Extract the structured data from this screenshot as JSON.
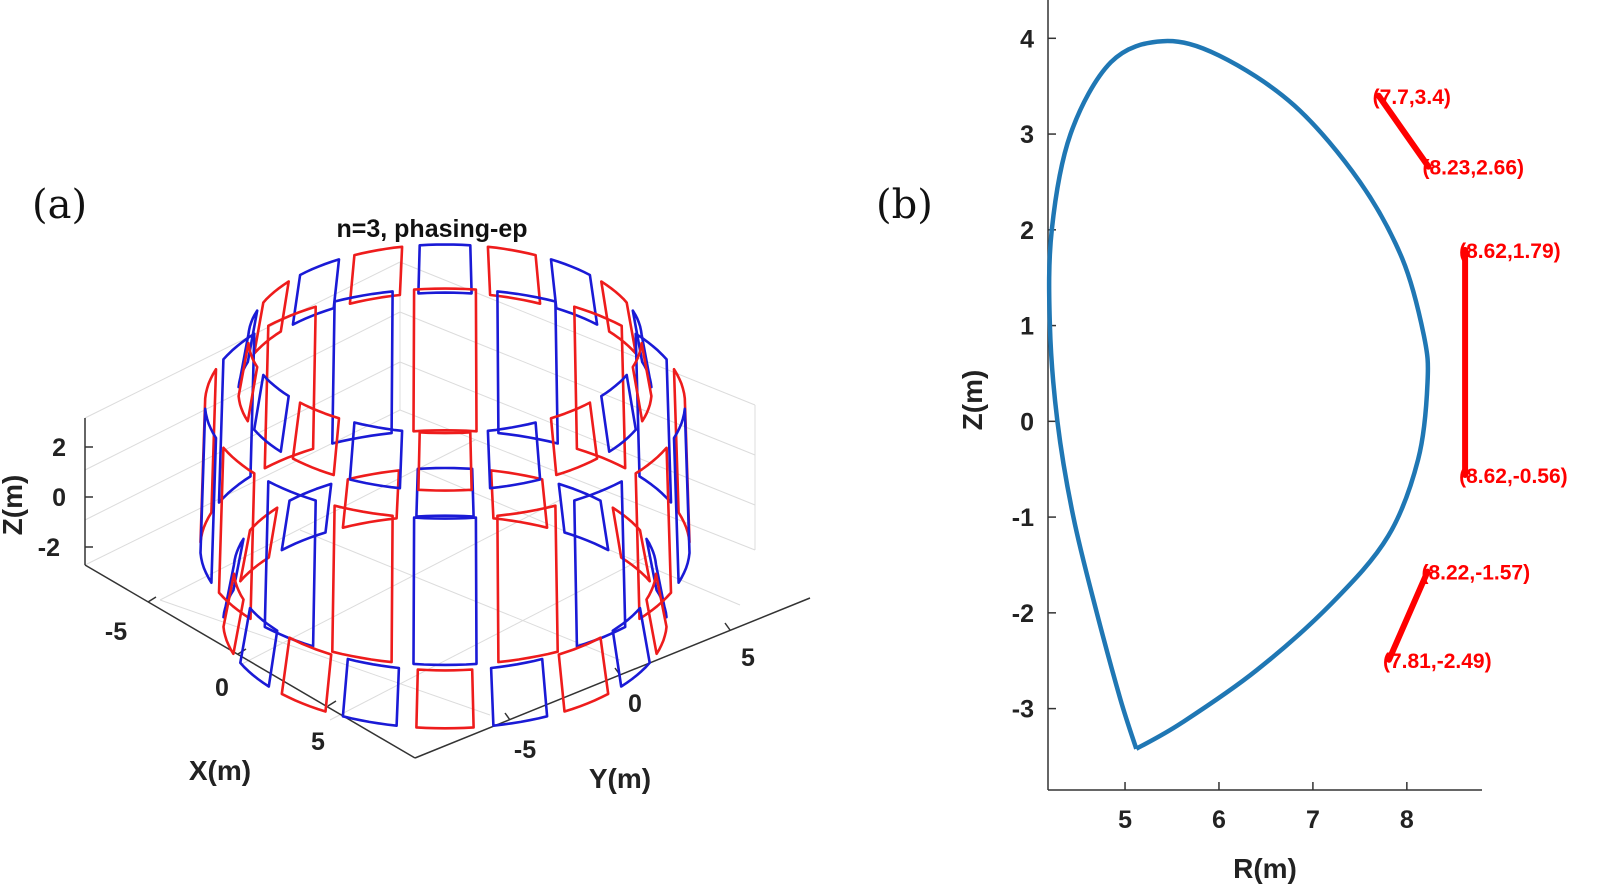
{
  "panel_a_label": "(a)",
  "panel_b_label": "(b)",
  "colors": {
    "red": "#ee1c1c",
    "blue": "#1a1ad6",
    "boundary": "#1f77b4",
    "coil_b": "#ff0000"
  },
  "chart_data": [
    {
      "type": "3d-wireframe",
      "title": "n=3, phasing-ep",
      "xlabel": "X(m)",
      "ylabel": "Y(m)",
      "zlabel": "Z(m)",
      "x_ticks": [
        "-5",
        "0",
        "5"
      ],
      "y_ticks": [
        "-5",
        "0",
        "5"
      ],
      "z_ticks": [
        "2",
        "0",
        "-2"
      ],
      "grid": true,
      "coil_rows": [
        {
          "row": "upper",
          "count": 18,
          "colors": [
            "red",
            "blue",
            "red",
            "blue",
            "red",
            "blue",
            "red",
            "blue",
            "red",
            "blue",
            "red",
            "blue",
            "red",
            "blue",
            "red",
            "blue",
            "red",
            "blue"
          ]
        },
        {
          "row": "middle",
          "count": 18,
          "colors": [
            "blue",
            "red",
            "blue",
            "red",
            "blue",
            "red",
            "blue",
            "red",
            "blue",
            "red",
            "blue",
            "red",
            "blue",
            "red",
            "blue",
            "red",
            "blue",
            "red"
          ]
        },
        {
          "row": "lower",
          "count": 18,
          "colors": [
            "red",
            "blue",
            "red",
            "blue",
            "red",
            "blue",
            "red",
            "blue",
            "red",
            "blue",
            "red",
            "blue",
            "red",
            "blue",
            "red",
            "blue",
            "red",
            "blue"
          ]
        }
      ]
    },
    {
      "type": "line",
      "xlabel": "R(m)",
      "ylabel": "Z(m)",
      "xlim": [
        4.18,
        8.8
      ],
      "ylim": [
        -3.85,
        4.4
      ],
      "x_ticks": [
        "5",
        "6",
        "7",
        "8"
      ],
      "y_ticks": [
        "4",
        "3",
        "2",
        "1",
        "0",
        "-1",
        "-2",
        "-3"
      ],
      "boundary": [
        [
          5.12,
          -3.42
        ],
        [
          4.95,
          -2.9
        ],
        [
          4.7,
          -2.0
        ],
        [
          4.45,
          -1.0
        ],
        [
          4.28,
          0.0
        ],
        [
          4.2,
          1.0
        ],
        [
          4.22,
          2.0
        ],
        [
          4.42,
          3.0
        ],
        [
          4.85,
          3.75
        ],
        [
          5.4,
          3.97
        ],
        [
          6.0,
          3.82
        ],
        [
          6.8,
          3.3
        ],
        [
          7.5,
          2.5
        ],
        [
          7.95,
          1.7
        ],
        [
          8.18,
          0.9
        ],
        [
          8.22,
          0.4
        ],
        [
          8.12,
          -0.4
        ],
        [
          7.8,
          -1.2
        ],
        [
          7.2,
          -1.9
        ],
        [
          6.4,
          -2.6
        ],
        [
          5.6,
          -3.15
        ],
        [
          5.12,
          -3.42
        ]
      ],
      "coils": [
        {
          "start": [
            7.7,
            3.4
          ],
          "end": [
            8.23,
            2.66
          ],
          "start_label": "(7.7,3.4)",
          "end_label": "(8.23,2.66)"
        },
        {
          "start": [
            8.62,
            1.79
          ],
          "end": [
            8.62,
            -0.56
          ],
          "start_label": "(8.62,1.79)",
          "end_label": "(8.62,-0.56)"
        },
        {
          "start": [
            8.22,
            -1.57
          ],
          "end": [
            7.81,
            -2.49
          ],
          "start_label": "(8.22,-1.57)",
          "end_label": "(7.81,-2.49)"
        }
      ]
    }
  ]
}
